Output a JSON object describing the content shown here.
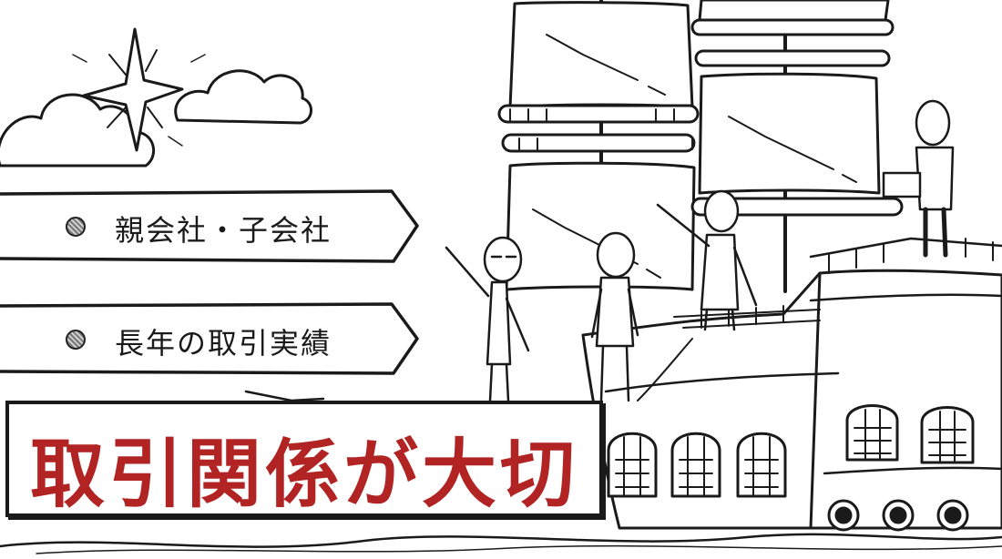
{
  "banners": [
    {
      "label": "親会社・子会社"
    },
    {
      "label": "長年の取引実績"
    }
  ],
  "title": "取引関係が大切",
  "colors": {
    "title_text": "#b22424",
    "line_art": "#1a1a1a",
    "background": "#ffffff"
  }
}
